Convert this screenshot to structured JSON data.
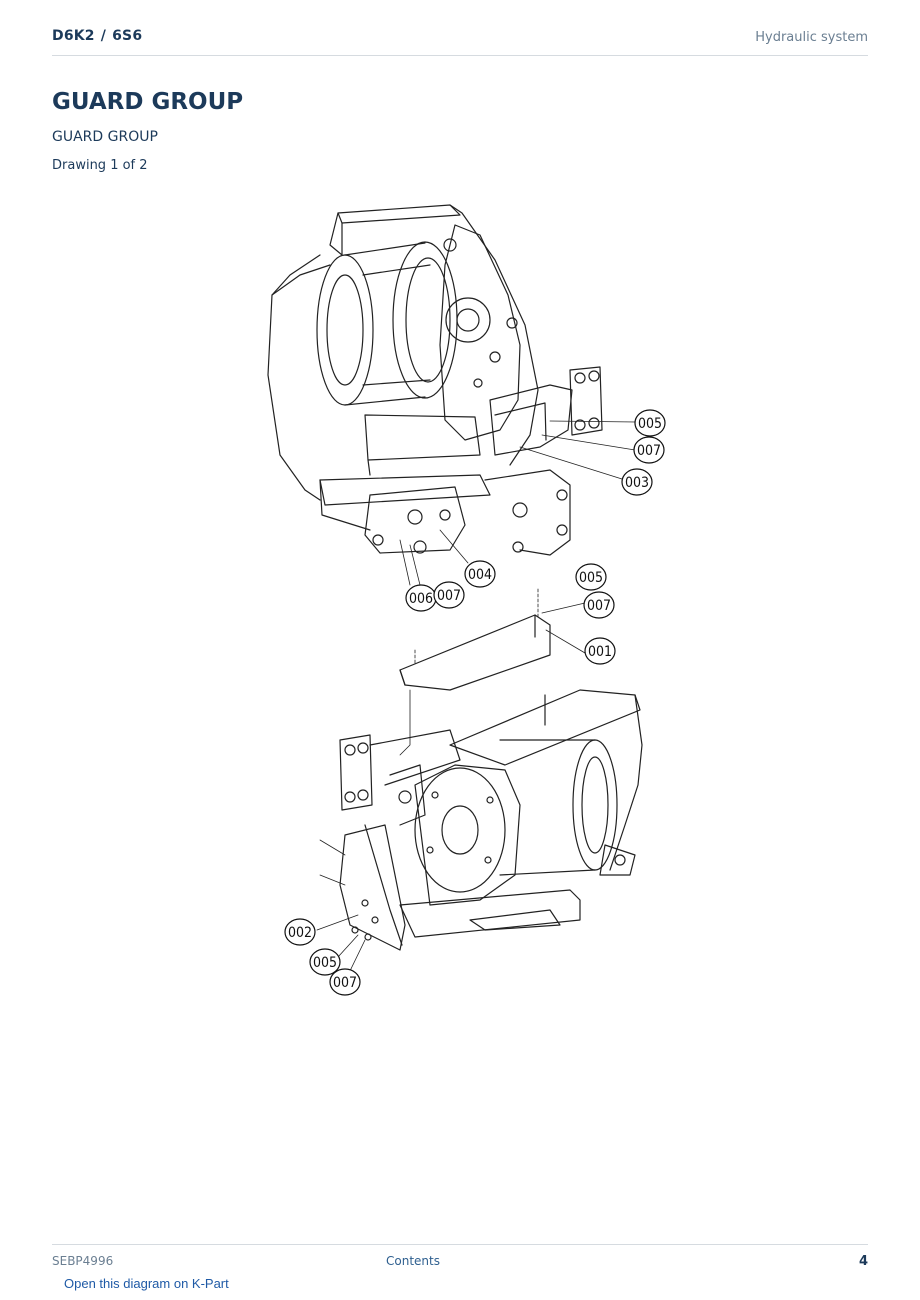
{
  "header": {
    "model_primary": "D6K2",
    "model_separator": "/",
    "model_secondary": "6S6",
    "section": "Hydraulic system"
  },
  "page": {
    "title": "GUARD GROUP",
    "subtitle": "GUARD GROUP",
    "drawing_label": "Drawing 1 of 2"
  },
  "diagram": {
    "callouts": [
      "005",
      "007",
      "003",
      "004",
      "006",
      "007",
      "005",
      "007",
      "001",
      "002",
      "005",
      "007"
    ]
  },
  "footer": {
    "doc_id": "SEBP4996",
    "contents_label": "Contents",
    "page_number": "4",
    "kpart_link": "Open this diagram on K-Part"
  }
}
